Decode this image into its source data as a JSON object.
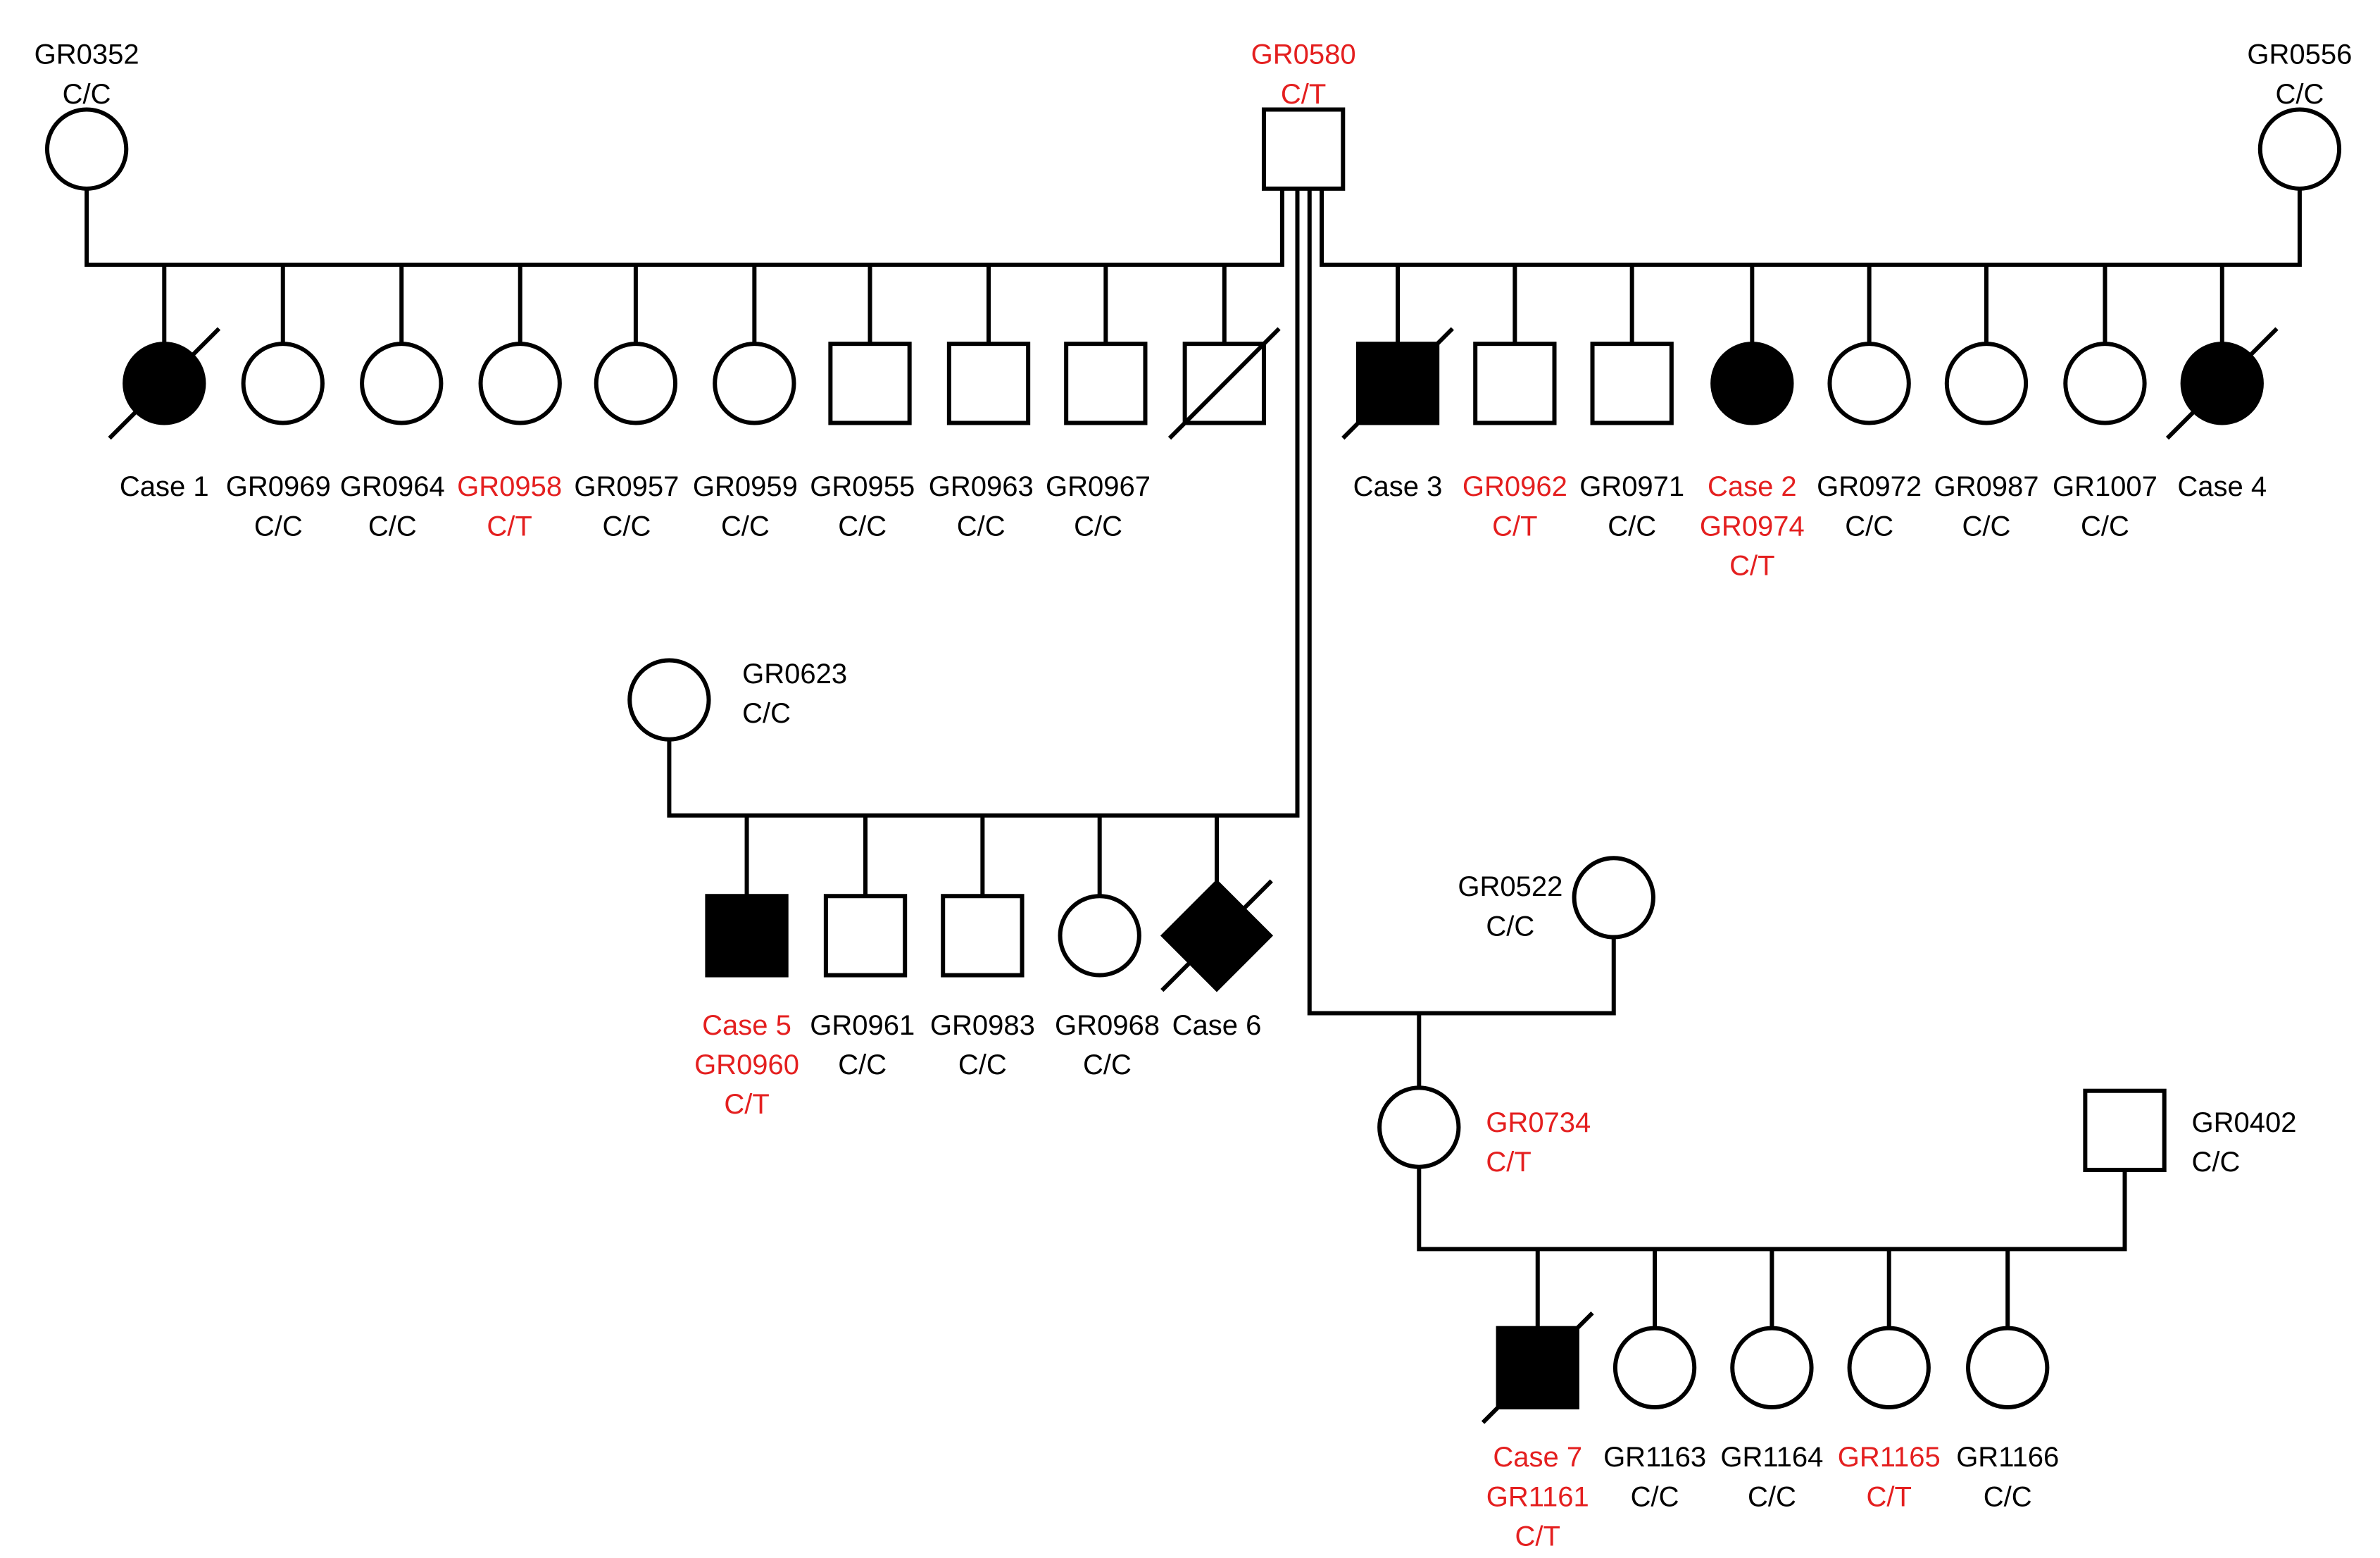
{
  "colors": {
    "carrier_label": "#e41f1f",
    "default_label": "#000000"
  },
  "individuals": [
    {
      "id": "gr0352",
      "sex": "female",
      "affected": false,
      "deceased": false,
      "label_color": "black",
      "lines": [
        "GR0352",
        "C/C"
      ]
    },
    {
      "id": "gr0580",
      "sex": "male",
      "affected": false,
      "deceased": false,
      "label_color": "red",
      "lines": [
        "GR0580",
        "C/T"
      ]
    },
    {
      "id": "gr0556",
      "sex": "female",
      "affected": false,
      "deceased": false,
      "label_color": "black",
      "lines": [
        "GR0556",
        "C/C"
      ]
    },
    {
      "id": "case1",
      "sex": "female",
      "affected": true,
      "deceased": true,
      "label_color": "black",
      "lines": [
        "Case 1"
      ]
    },
    {
      "id": "gr0969",
      "sex": "female",
      "affected": false,
      "deceased": false,
      "label_color": "black",
      "lines": [
        "GR0969",
        "C/C"
      ]
    },
    {
      "id": "gr0964",
      "sex": "female",
      "affected": false,
      "deceased": false,
      "label_color": "black",
      "lines": [
        "GR0964",
        "C/C"
      ]
    },
    {
      "id": "gr0958",
      "sex": "female",
      "affected": false,
      "deceased": false,
      "label_color": "red",
      "lines": [
        "GR0958",
        "C/T"
      ]
    },
    {
      "id": "gr0957",
      "sex": "female",
      "affected": false,
      "deceased": false,
      "label_color": "black",
      "lines": [
        "GR0957",
        "C/C"
      ]
    },
    {
      "id": "gr0959",
      "sex": "female",
      "affected": false,
      "deceased": false,
      "label_color": "black",
      "lines": [
        "GR0959",
        "C/C"
      ]
    },
    {
      "id": "gr0955",
      "sex": "male",
      "affected": false,
      "deceased": false,
      "label_color": "black",
      "lines": [
        "GR0955",
        "C/C"
      ]
    },
    {
      "id": "gr0963",
      "sex": "male",
      "affected": false,
      "deceased": false,
      "label_color": "black",
      "lines": [
        "GR0963",
        "C/C"
      ]
    },
    {
      "id": "gr0967",
      "sex": "male",
      "affected": false,
      "deceased": false,
      "label_color": "black",
      "lines": [
        "GR0967",
        "C/C"
      ]
    },
    {
      "id": "unnamed_deceased_son",
      "sex": "male",
      "affected": false,
      "deceased": true,
      "label_color": "black",
      "lines": []
    },
    {
      "id": "case3",
      "sex": "male",
      "affected": true,
      "deceased": true,
      "label_color": "black",
      "lines": [
        "Case 3"
      ]
    },
    {
      "id": "gr0962",
      "sex": "male",
      "affected": false,
      "deceased": false,
      "label_color": "red",
      "lines": [
        "GR0962",
        "C/T"
      ]
    },
    {
      "id": "gr0971",
      "sex": "male",
      "affected": false,
      "deceased": false,
      "label_color": "black",
      "lines": [
        "GR0971",
        "C/C"
      ]
    },
    {
      "id": "case2",
      "sex": "female",
      "affected": true,
      "deceased": false,
      "label_color": "red",
      "lines": [
        "Case 2",
        "GR0974",
        "C/T"
      ]
    },
    {
      "id": "gr0972",
      "sex": "female",
      "affected": false,
      "deceased": false,
      "label_color": "black",
      "lines": [
        "GR0972",
        "C/C"
      ]
    },
    {
      "id": "gr0987",
      "sex": "female",
      "affected": false,
      "deceased": false,
      "label_color": "black",
      "lines": [
        "GR0987",
        "C/C"
      ]
    },
    {
      "id": "gr1007",
      "sex": "female",
      "affected": false,
      "deceased": false,
      "label_color": "black",
      "lines": [
        "GR1007",
        "C/C"
      ]
    },
    {
      "id": "case4",
      "sex": "female",
      "affected": true,
      "deceased": true,
      "label_color": "black",
      "lines": [
        "Case 4"
      ]
    },
    {
      "id": "gr0623",
      "sex": "female",
      "affected": false,
      "deceased": false,
      "label_color": "black",
      "lines": [
        "GR0623",
        "C/C"
      ]
    },
    {
      "id": "case5",
      "sex": "male",
      "affected": true,
      "deceased": false,
      "label_color": "red",
      "lines": [
        "Case 5",
        "GR0960",
        "C/T"
      ]
    },
    {
      "id": "gr0961",
      "sex": "male",
      "affected": false,
      "deceased": false,
      "label_color": "black",
      "lines": [
        "GR0961",
        "C/C"
      ]
    },
    {
      "id": "gr0983",
      "sex": "male",
      "affected": false,
      "deceased": false,
      "label_color": "black",
      "lines": [
        "GR0983",
        "C/C"
      ]
    },
    {
      "id": "gr0968",
      "sex": "female",
      "affected": false,
      "deceased": false,
      "label_color": "black",
      "lines": [
        "GR0968",
        "C/C"
      ]
    },
    {
      "id": "case6",
      "sex": "unknown",
      "affected": true,
      "deceased": true,
      "label_color": "black",
      "lines": [
        "Case 6"
      ]
    },
    {
      "id": "gr0522",
      "sex": "female",
      "affected": false,
      "deceased": false,
      "label_color": "black",
      "lines": [
        "GR0522",
        "C/C"
      ]
    },
    {
      "id": "gr0734",
      "sex": "female",
      "affected": false,
      "deceased": false,
      "label_color": "red",
      "lines": [
        "GR0734",
        "C/T"
      ]
    },
    {
      "id": "gr0402",
      "sex": "male",
      "affected": false,
      "deceased": false,
      "label_color": "black",
      "lines": [
        "GR0402",
        "C/C"
      ]
    },
    {
      "id": "case7",
      "sex": "male",
      "affected": true,
      "deceased": true,
      "label_color": "red",
      "lines": [
        "Case 7",
        "GR1161",
        "C/T"
      ]
    },
    {
      "id": "gr1163",
      "sex": "female",
      "affected": false,
      "deceased": false,
      "label_color": "black",
      "lines": [
        "GR1163",
        "C/C"
      ]
    },
    {
      "id": "gr1164",
      "sex": "female",
      "affected": false,
      "deceased": false,
      "label_color": "black",
      "lines": [
        "GR1164",
        "C/C"
      ]
    },
    {
      "id": "gr1165",
      "sex": "female",
      "affected": false,
      "deceased": false,
      "label_color": "red",
      "lines": [
        "GR1165",
        "C/T"
      ]
    },
    {
      "id": "gr1166",
      "sex": "female",
      "affected": false,
      "deceased": false,
      "label_color": "black",
      "lines": [
        "GR1166",
        "C/C"
      ]
    }
  ],
  "matings": [
    {
      "id": "gr0580_x_gr0352",
      "partners": [
        "gr0580",
        "gr0352"
      ],
      "children": [
        "case1",
        "gr0969",
        "gr0964",
        "gr0958",
        "gr0957",
        "gr0959",
        "gr0955",
        "gr0963",
        "gr0967",
        "unnamed_deceased_son"
      ]
    },
    {
      "id": "gr0580_x_gr0556",
      "partners": [
        "gr0580",
        "gr0556"
      ],
      "children": [
        "case3",
        "gr0962",
        "gr0971",
        "case2",
        "gr0972",
        "gr0987",
        "gr1007",
        "case4"
      ]
    },
    {
      "id": "gr0580_x_gr0623",
      "partners": [
        "gr0580",
        "gr0623"
      ],
      "children": [
        "case5",
        "gr0961",
        "gr0983",
        "gr0968",
        "case6"
      ]
    },
    {
      "id": "gr0580_x_gr0522",
      "partners": [
        "gr0580",
        "gr0522"
      ],
      "children": [
        "gr0734"
      ]
    },
    {
      "id": "gr0734_x_gr0402",
      "partners": [
        "gr0734",
        "gr0402"
      ],
      "children": [
        "case7",
        "gr1163",
        "gr1164",
        "gr1165",
        "gr1166"
      ]
    }
  ]
}
